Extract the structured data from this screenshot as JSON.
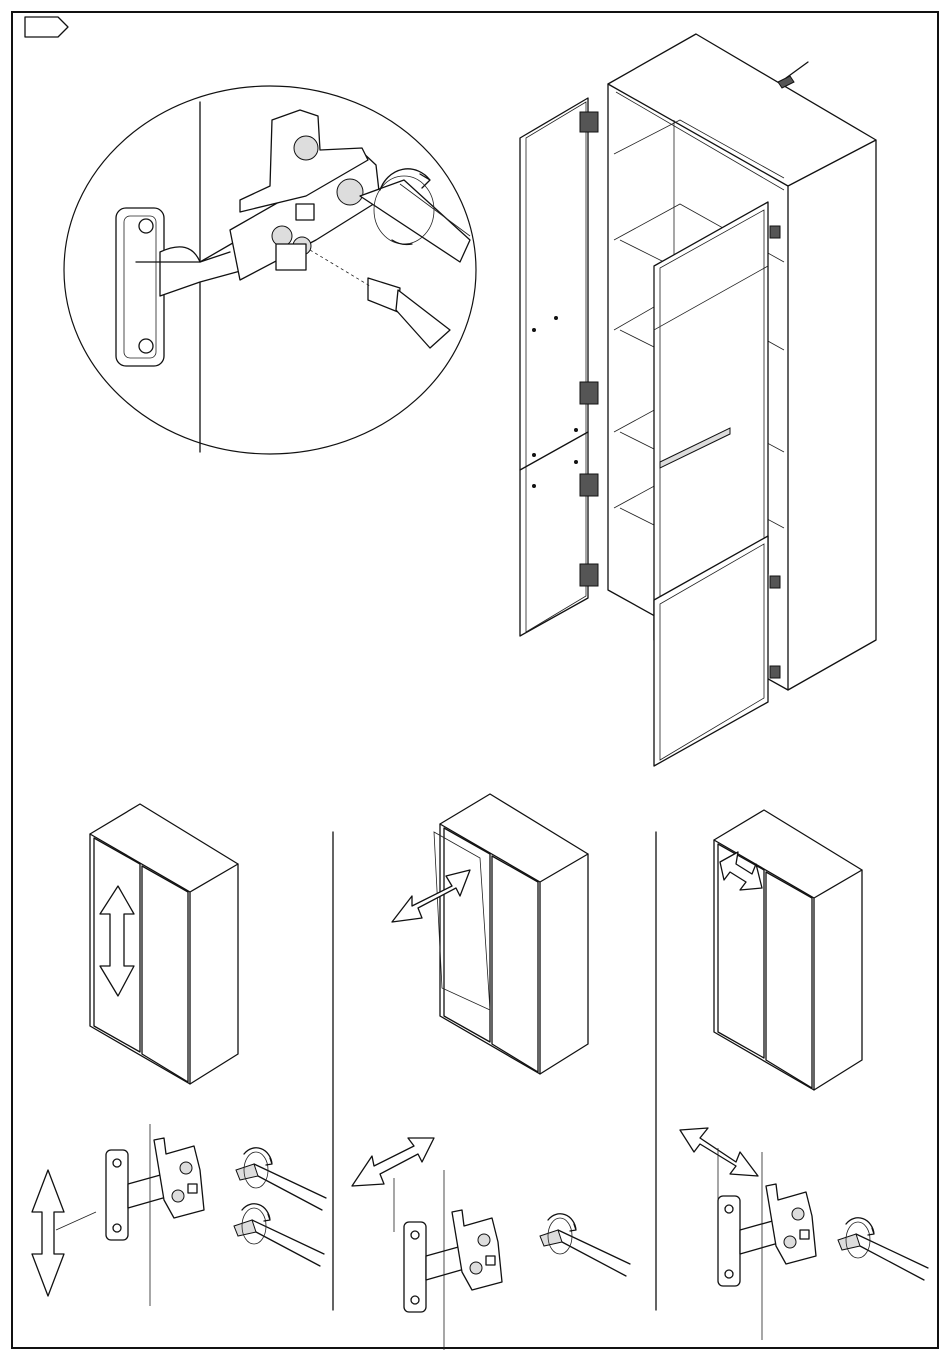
{
  "page": {
    "step_marker_icon": "arrow-pentagon-icon",
    "panels": [
      {
        "name": "hinge-detail-zoom",
        "icons": [
          "hinge-icon",
          "screwdriver-icon",
          "rotate-arrow-icon"
        ]
      },
      {
        "name": "cabinet-assembly",
        "icons": [
          "cabinet-icon",
          "door-icon",
          "screwdriver-icon"
        ]
      },
      {
        "name": "adjust-vertical",
        "icons": [
          "cabinet-icon",
          "double-arrow-vertical-icon",
          "hinge-icon",
          "screwdriver-icon"
        ]
      },
      {
        "name": "adjust-depth",
        "icons": [
          "cabinet-icon",
          "double-arrow-diagonal-icon",
          "hinge-icon",
          "screwdriver-icon"
        ]
      },
      {
        "name": "adjust-lateral",
        "icons": [
          "cabinet-icon",
          "double-arrow-lateral-icon",
          "hinge-icon",
          "screwdriver-icon"
        ]
      }
    ]
  }
}
